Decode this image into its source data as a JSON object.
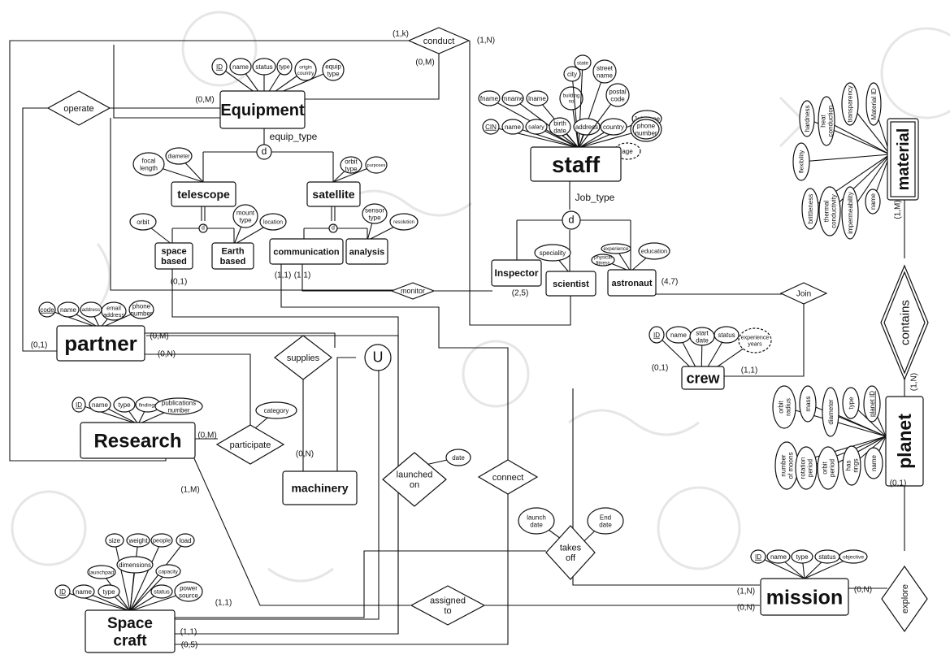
{
  "entities": {
    "equipment": "Equipment",
    "staff": "staff",
    "material": "material",
    "partner": "partner",
    "research": "Research",
    "crew": "crew",
    "planet": "planet",
    "mission": "mission",
    "spacecraft": [
      "Space",
      "craft"
    ],
    "telescope": "telescope",
    "satellite": "satellite",
    "space_based": [
      "space",
      "based"
    ],
    "earth_based": [
      "Earth",
      "based"
    ],
    "communication": "communication",
    "analysis": "analysis",
    "inspector": "Inspector",
    "scientist": "scientist",
    "astronaut": "astronaut",
    "machinery": "machinery"
  },
  "relationships": {
    "conduct": "conduct",
    "operate": "operate",
    "supplies": "supplies",
    "participate": "participate",
    "launched_on": [
      "launched",
      "on"
    ],
    "connect": "connect",
    "takes_off": [
      "takes",
      "off"
    ],
    "assigned_to": [
      "assigned",
      "to"
    ],
    "explore": "explore",
    "contains": "contains",
    "join": "Join",
    "monitor": "monitor"
  },
  "subtype_labels": {
    "equip_type": "equip_type",
    "job_type": "Job_type",
    "disjoint": "d",
    "union": "U"
  },
  "attributes": {
    "equipment": [
      [
        "ID"
      ],
      [
        "name"
      ],
      [
        "status"
      ],
      [
        "type"
      ],
      [
        "origin",
        "country"
      ],
      [
        "equip",
        "type"
      ]
    ],
    "staff": [
      [
        "fname"
      ],
      [
        "mname"
      ],
      [
        "lname"
      ],
      [
        "CIN"
      ],
      [
        "name"
      ],
      [
        "salary"
      ],
      [
        "birth",
        "date"
      ],
      [
        "building",
        "no"
      ],
      [
        "city"
      ],
      [
        "state"
      ],
      [
        "street",
        "name"
      ],
      [
        "address"
      ],
      [
        "postal",
        "code"
      ],
      [
        "Job_type"
      ],
      [
        "country"
      ],
      [
        "phone",
        "number"
      ],
      [
        "age"
      ]
    ],
    "material": [
      [
        "hardness"
      ],
      [
        "heat",
        "conduction"
      ],
      [
        "transparency"
      ],
      [
        "Material ID"
      ],
      [
        "flexibility"
      ],
      [
        "brittleness"
      ],
      [
        "thermal",
        "conductivity"
      ],
      [
        "impermeability"
      ],
      [
        "name"
      ]
    ],
    "telescope": [
      [
        "focal",
        "length"
      ],
      [
        "diameter"
      ]
    ],
    "satellite": [
      [
        "orbit",
        "type"
      ],
      [
        "purposes"
      ]
    ],
    "space_based": [
      [
        "orbit"
      ]
    ],
    "earth_based": [
      [
        "mount",
        "type"
      ],
      [
        "location"
      ]
    ],
    "analysis": [
      [
        "sensor",
        "type"
      ],
      [
        "resolution"
      ]
    ],
    "scientist": [
      [
        "speciality"
      ]
    ],
    "astronaut": [
      [
        "experience"
      ],
      [
        "physical",
        "fitness"
      ],
      [
        "education"
      ]
    ],
    "partner": [
      [
        "code"
      ],
      [
        "name"
      ],
      [
        "address"
      ],
      [
        "email",
        "address"
      ],
      [
        "phone",
        "number"
      ]
    ],
    "research": [
      [
        "ID"
      ],
      [
        "name"
      ],
      [
        "type"
      ],
      [
        "findings"
      ],
      [
        "publications",
        "number"
      ]
    ],
    "participate": [
      [
        "category"
      ]
    ],
    "crew": [
      [
        "ID"
      ],
      [
        "name"
      ],
      [
        "start",
        "date"
      ],
      [
        "status"
      ],
      [
        "experience",
        "years"
      ]
    ],
    "planet": [
      [
        "orbit",
        "radius"
      ],
      [
        "mass"
      ],
      [
        "diameter"
      ],
      [
        "type"
      ],
      [
        "planet ID"
      ],
      [
        "number",
        "of moons"
      ],
      [
        "rotation",
        "period"
      ],
      [
        "orbit",
        "period"
      ],
      [
        "has",
        "rings"
      ],
      [
        "name"
      ]
    ],
    "launched_on": [
      [
        "date"
      ]
    ],
    "takes_off": [
      [
        "launch",
        "date"
      ],
      [
        "End",
        "date"
      ]
    ],
    "spacecraft": [
      [
        "size"
      ],
      [
        "weight"
      ],
      [
        "people"
      ],
      [
        "load"
      ],
      [
        "launchpad"
      ],
      [
        "dimensions"
      ],
      [
        "capacity"
      ],
      [
        "ID"
      ],
      [
        "name"
      ],
      [
        "type"
      ],
      [
        "status"
      ],
      [
        "power",
        "source"
      ]
    ],
    "mission": [
      [
        "ID"
      ],
      [
        "name"
      ],
      [
        "type"
      ],
      [
        "status"
      ],
      [
        "objective"
      ]
    ]
  },
  "cardinalities": {
    "conduct_left": "(1,k)",
    "conduct_right": "(1,N)",
    "conduct_equipment": "(0,M)",
    "equipment_operate": "(0,M)",
    "partner_operate": "(0,1)",
    "space_based": "(0,1)",
    "communication_a": "(1,1)",
    "communication_b": "(1,1)",
    "monitor_inspector": "(2,5)",
    "astronaut_join": "(4,7)",
    "partner_supplies": "(0,M)",
    "partner_participate": "(0,N)",
    "research_participate": "(0,M)",
    "machinery_supplies": "(0,N)",
    "crew_left": "(0,1)",
    "crew_right": "(1,1)",
    "material_contains": "(1,M)",
    "planet_contains": "(1,N)",
    "planet_explore": "(0,1)",
    "research_spacecraft": "(1,M)",
    "spacecraft_assigned": "(1,1)",
    "spacecraft_launched": "(1,1)",
    "spacecraft_connect": "(0,5)",
    "mission_takes_off": "(1,N)",
    "mission_assigned": "(0,N)",
    "mission_explore": "(0,N)"
  }
}
